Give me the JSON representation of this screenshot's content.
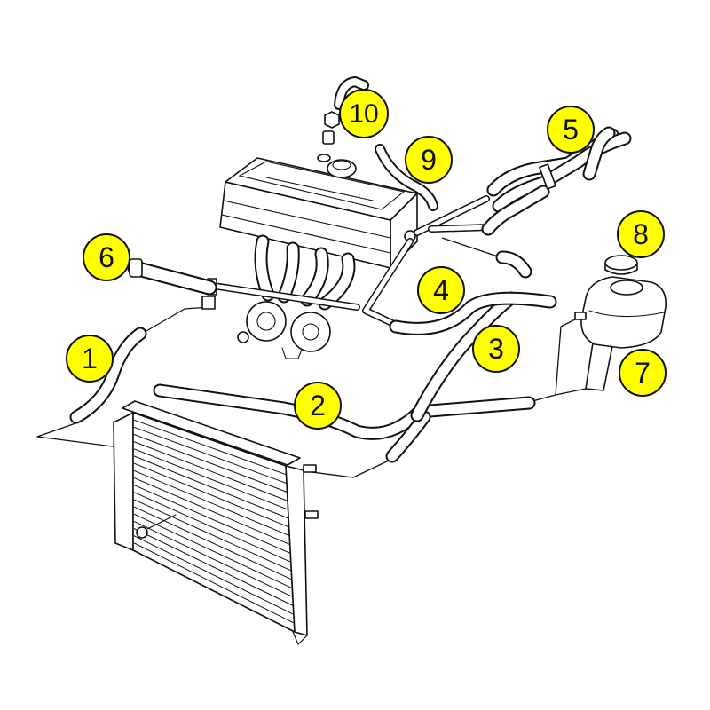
{
  "callouts": [
    "1",
    "2",
    "3",
    "4",
    "5",
    "6",
    "7",
    "8",
    "9",
    "10"
  ],
  "colors": {
    "callout_fill": "#ffff00",
    "callout_stroke": "#111111",
    "line": "#111111",
    "background": "#ffffff"
  }
}
